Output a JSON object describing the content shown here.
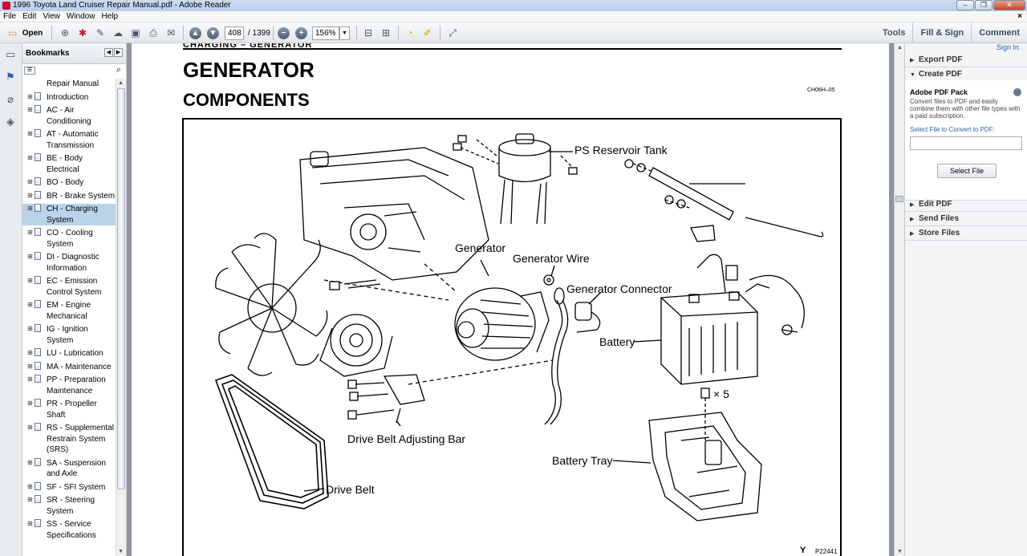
{
  "window": {
    "title": "1996 Toyota Land Cruiser Repair Manual.pdf - Adobe Reader"
  },
  "menu": {
    "items": [
      "File",
      "Edit",
      "View",
      "Window",
      "Help"
    ],
    "close_glyph": "×"
  },
  "toolbar": {
    "open_label": "Open",
    "page_current": "408",
    "page_total": "/ 1399",
    "zoom": "156%",
    "tools_label": "Tools",
    "fill_sign_label": "Fill & Sign",
    "comment_label": "Comment"
  },
  "bookmarks": {
    "title": "Bookmarks",
    "items": [
      {
        "label": "Repair Manual",
        "root": true
      },
      {
        "label": "Introduction"
      },
      {
        "label": "AC - Air Conditioning"
      },
      {
        "label": "AT - Automatic Transmission"
      },
      {
        "label": "BE - Body Electrical"
      },
      {
        "label": "BO - Body"
      },
      {
        "label": "BR - Brake System"
      },
      {
        "label": "CH - Charging System",
        "selected": true
      },
      {
        "label": "CO - Cooling System"
      },
      {
        "label": "DI - Diagnostic Information"
      },
      {
        "label": "EC - Emission Control System"
      },
      {
        "label": "EM - Engine Mechanical"
      },
      {
        "label": "IG - Ignition System"
      },
      {
        "label": "LU - Lubrication"
      },
      {
        "label": "MA - Maintenance"
      },
      {
        "label": "PP - Preparation Maintenance"
      },
      {
        "label": "PR - Propeller Shaft"
      },
      {
        "label": "RS - Supplemental Restrain System (SRS)"
      },
      {
        "label": "SA - Suspension and Axle"
      },
      {
        "label": "SF - SFI System"
      },
      {
        "label": "SR - Steering System"
      },
      {
        "label": "SS - Service Specifications"
      }
    ]
  },
  "page": {
    "running_head": "CHARGING  –  GENERATOR",
    "heading": "GENERATOR",
    "subheading": "COMPONENTS",
    "code": "CH06H–05",
    "figure": {
      "labels": {
        "ps_reservoir_tank": "PS Reservoir Tank",
        "generator": "Generator",
        "generator_wire": "Generator Wire",
        "generator_connector": "Generator Connector",
        "battery": "Battery",
        "times_five": "× 5",
        "drive_belt_adjusting_bar": "Drive Belt Adjusting Bar",
        "battery_tray": "Battery Tray",
        "drive_belt": "Drive Belt",
        "y_mark": "Y",
        "figure_code": "P22441"
      }
    }
  },
  "right_panel": {
    "sign_in": "Sign In",
    "export_pdf": "Export PDF",
    "create_pdf": "Create PDF",
    "pack_title": "Adobe PDF Pack",
    "pack_desc": "Convert files to PDF and easily combine them with other file types with a paid subscription.",
    "select_file_link": "Select File to Convert to PDF:",
    "select_file_button": "Select File",
    "edit_pdf": "Edit PDF",
    "send_files": "Send Files",
    "store_files": "Store Files"
  }
}
